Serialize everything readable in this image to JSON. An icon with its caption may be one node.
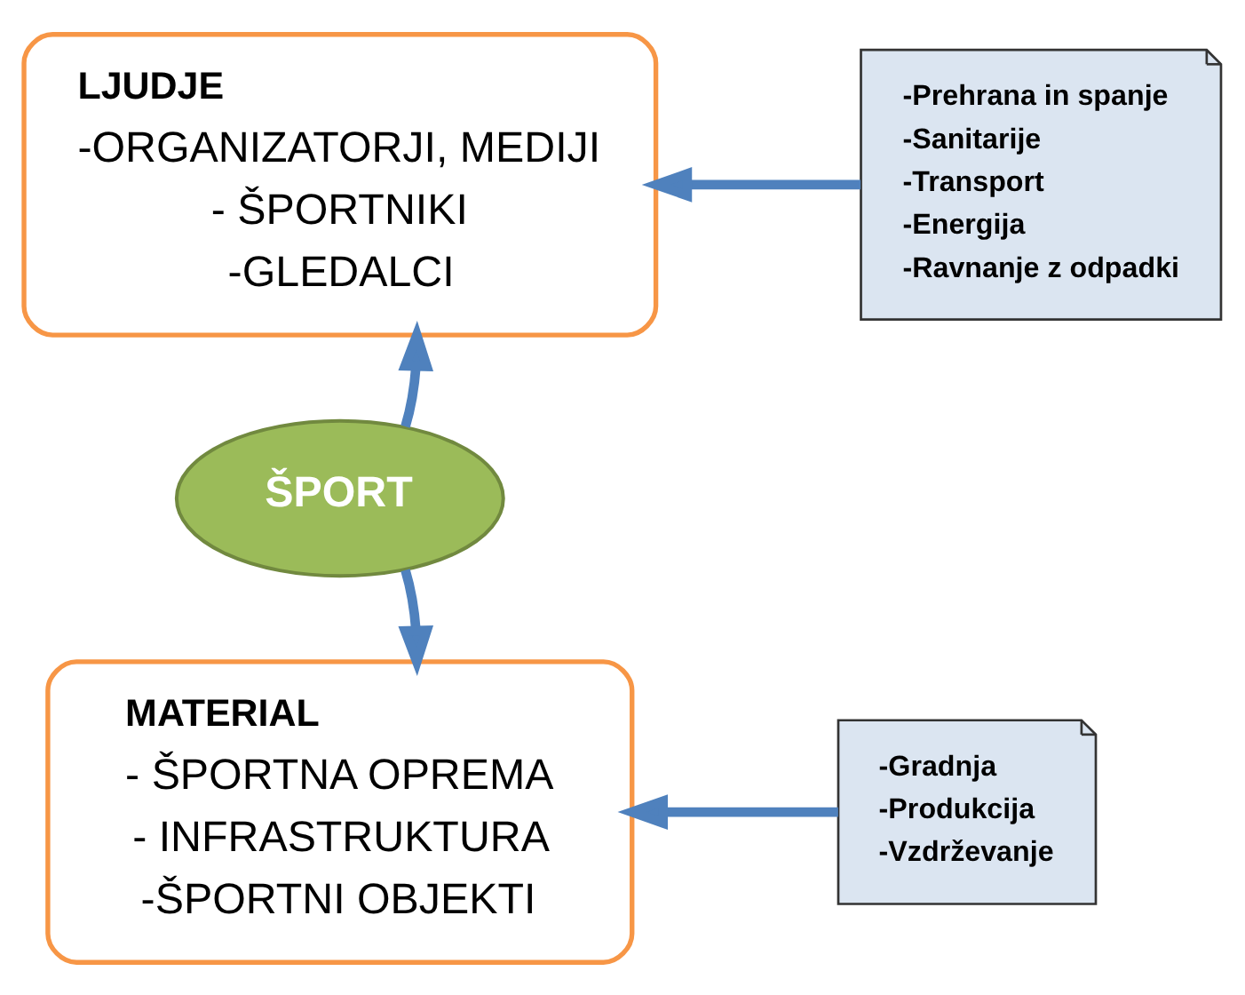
{
  "diagram": {
    "nodes": [
      {
        "text": [
          "LJUDJE",
          "-ORGANIZATORJI, MEDIJI",
          "- ŠPORTNIKI",
          "-GLEDALCI"
        ]
      },
      {
        "text": [
          "-Prehrana in spanje",
          "-Sanitarije",
          "-Transport",
          "-Energija",
          "-Ravnanje z odpadki"
        ]
      },
      {
        "text": [
          "ŠPORT"
        ]
      },
      {
        "text": [
          "MATERIAL",
          "- ŠPORTNA OPREMA",
          "- INFRASTRUKTURA",
          "-ŠPORTNI OBJEKTI"
        ]
      },
      {
        "text": [
          "-Gradnja",
          "-Produkcija",
          "-Vzdrževanje"
        ]
      }
    ],
    "edges": [
      {
        "from": 1,
        "to": 0,
        "arrow": "to"
      },
      {
        "from": 2,
        "to": 0,
        "arrow": "to"
      },
      {
        "from": 2,
        "to": 3,
        "arrow": "to"
      },
      {
        "from": 4,
        "to": 3,
        "arrow": "to"
      }
    ]
  }
}
